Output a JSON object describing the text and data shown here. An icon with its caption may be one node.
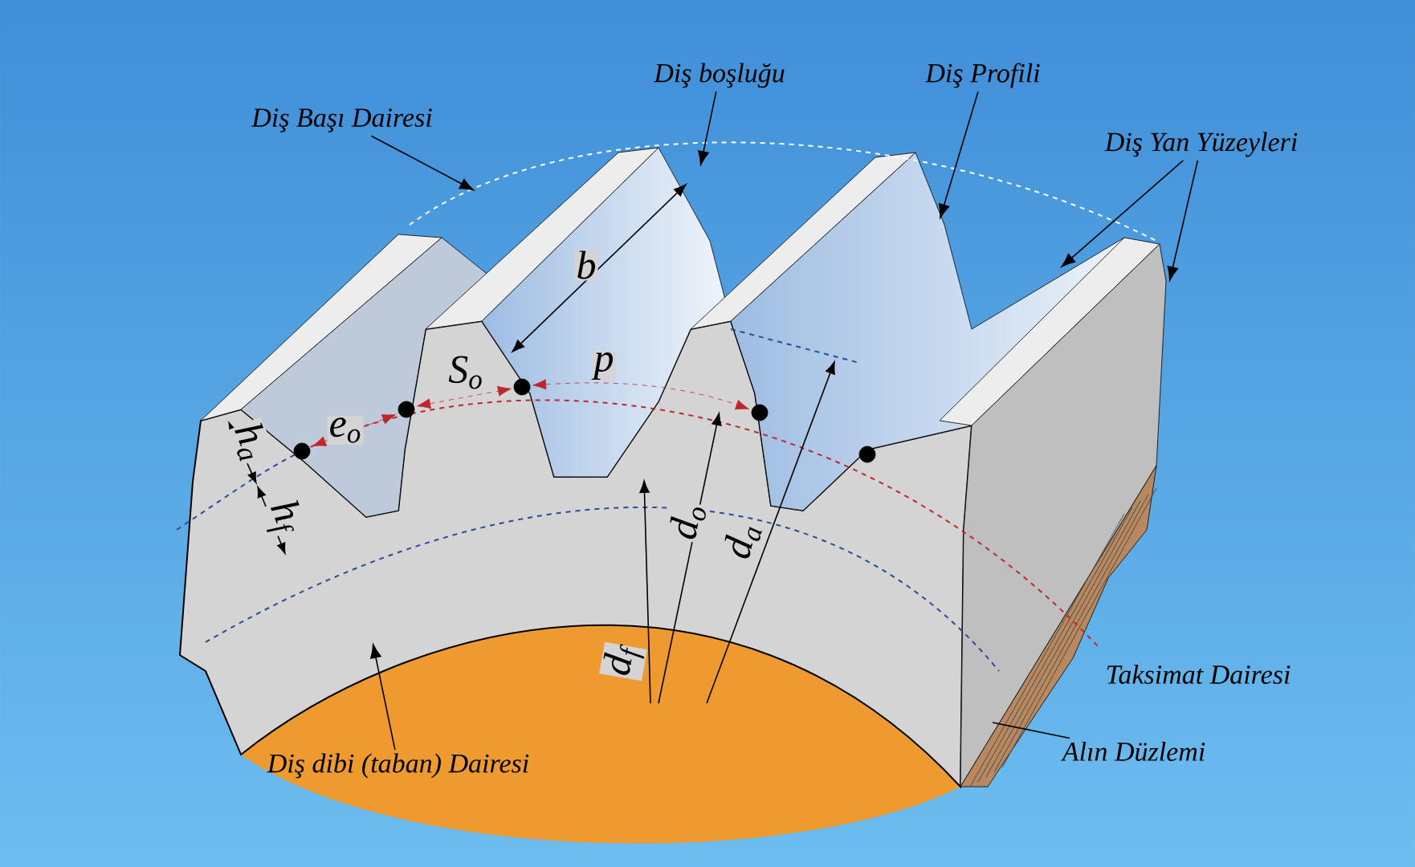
{
  "diagram": {
    "nodes": [
      {
        "text": [
          "Diş Başı Dairesi"
        ]
      },
      {
        "text": [
          "Diş boşluğu"
        ]
      },
      {
        "text": [
          "Diş Profili"
        ]
      },
      {
        "text": [
          "Diş Yan Yüzeyleri"
        ]
      },
      {
        "text": [
          "Taksimat Dairesi"
        ]
      },
      {
        "text": [
          "Alın Düzlemi"
        ]
      },
      {
        "text": [
          "Diş dibi (taban) Dairesi"
        ]
      }
    ],
    "edges": [
      {
        "from": 0,
        "to": null,
        "arrow": "to"
      },
      {
        "from": 1,
        "to": null,
        "arrow": "to"
      },
      {
        "from": 2,
        "to": null,
        "arrow": "to"
      },
      {
        "from": 3,
        "to": null,
        "arrow": "to"
      },
      {
        "from": 3,
        "to": null,
        "arrow": "to"
      },
      {
        "from": 5,
        "to": null,
        "arrow": "none"
      },
      {
        "from": 6,
        "to": null,
        "arrow": "to"
      }
    ],
    "labels": [
      "b",
      "S$_{o}$",
      "p",
      "e$_{o}$",
      "h$_{a}$",
      "h$_{f}$",
      "d$_{f}$",
      "d$_{o}$",
      "d$_{a}$"
    ]
  }
}
